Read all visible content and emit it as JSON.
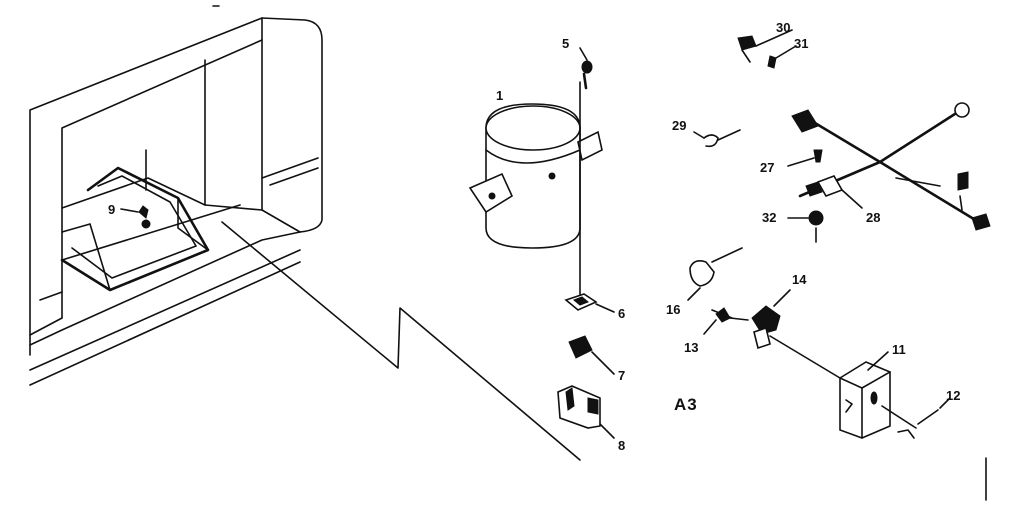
{
  "diagram": {
    "section_label": "A3",
    "part_labels": {
      "p1": "1",
      "p5": "5",
      "p6": "6",
      "p7": "7",
      "p8": "8",
      "p9": "9",
      "p11": "11",
      "p12": "12",
      "p13": "13",
      "p14": "14",
      "p16": "16",
      "p27": "27",
      "p28": "28",
      "p29": "29",
      "p30": "30",
      "p31": "31",
      "p32": "32"
    }
  }
}
